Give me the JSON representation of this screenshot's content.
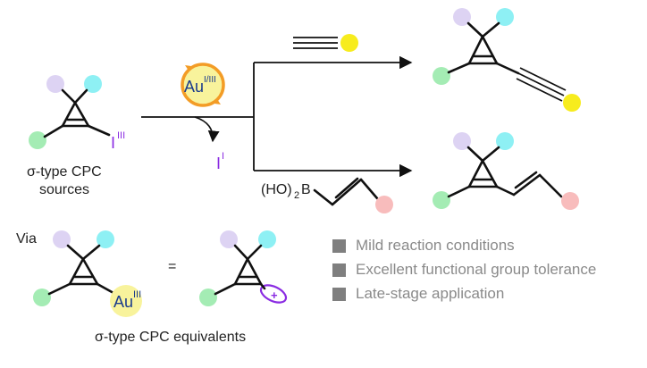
{
  "colors": {
    "lavender": "#ddd3f3",
    "cyan": "#8ef0f4",
    "green": "#a4ecb4",
    "yellow": "#f7ec1d",
    "pink": "#f8bcbc",
    "orange": "#f39c26",
    "purple": "#8a2be2",
    "gray": "#7f7f7f"
  },
  "left_reagent": {
    "iodine": "I",
    "iodine_ox": "III",
    "caption_line1": "σ-type CPC",
    "caption_line2": "sources"
  },
  "catalyst": {
    "metal": "Au",
    "ox": "I/III"
  },
  "byproduct": {
    "symbol": "I",
    "ox": "I"
  },
  "alkyne_reagent": {},
  "boronic_reagent": {
    "prefix": "(HO)",
    "sub": "2",
    "atom": "B"
  },
  "via": {
    "label": "Via",
    "equals": "=",
    "gold": "Au",
    "gold_ox": "III",
    "charge": "+",
    "caption": "σ-type CPC equivalents"
  },
  "features": [
    "Mild reaction conditions",
    "Excellent functional group tolerance",
    "Late-stage application"
  ]
}
